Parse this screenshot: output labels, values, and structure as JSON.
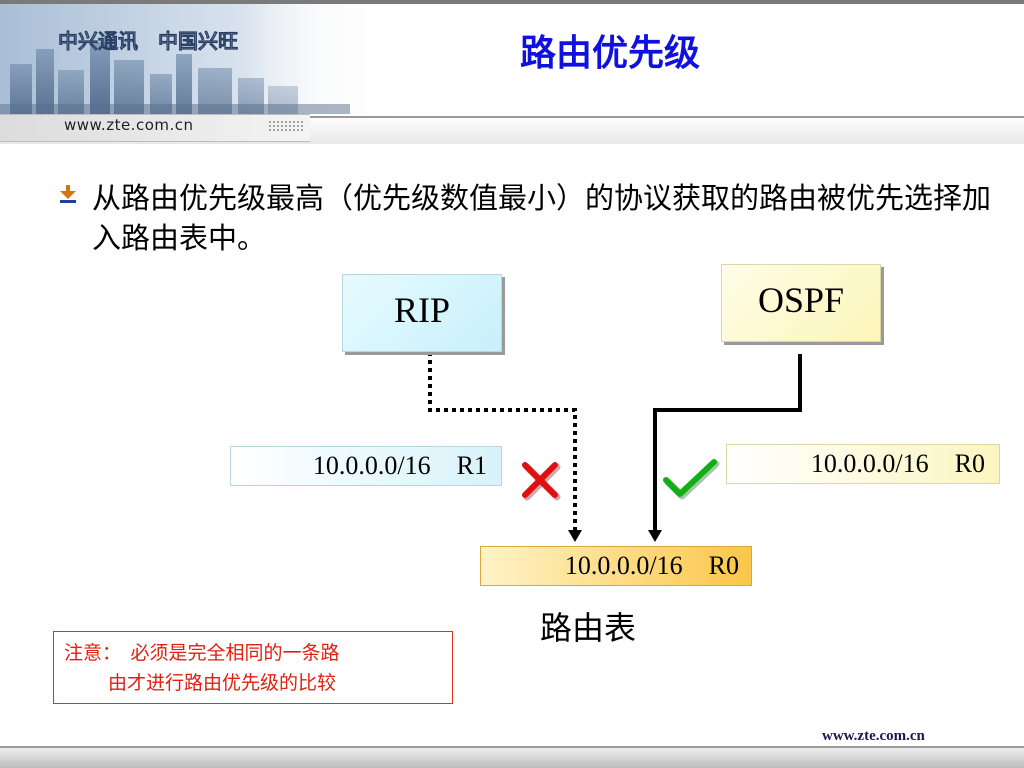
{
  "header": {
    "banner_text": "中兴通讯 中国兴旺",
    "url": "www.zte.com.cn",
    "title": "路由优先级"
  },
  "bullet": {
    "text": "从路由优先级最高（优先级数值最小）的协议获取的路由被优先选择加入路由表中。"
  },
  "diagram": {
    "protocol_left": "RIP",
    "protocol_right": "OSPF",
    "route_left": "10.0.0.0/16　R1",
    "route_right": "10.0.0.0/16　R0",
    "route_table_entry": "10.0.0.0/16　R0",
    "route_table_label": "路由表",
    "reject_icon": "cross-icon",
    "accept_icon": "check-icon",
    "reject_color": "#e01010",
    "accept_color": "#10b010"
  },
  "note": {
    "line1": "注意：　必须是完全相同的一条路",
    "line2": "由才进行路由优先级的比较"
  },
  "footer": {
    "url": "www.zte.com.cn"
  }
}
